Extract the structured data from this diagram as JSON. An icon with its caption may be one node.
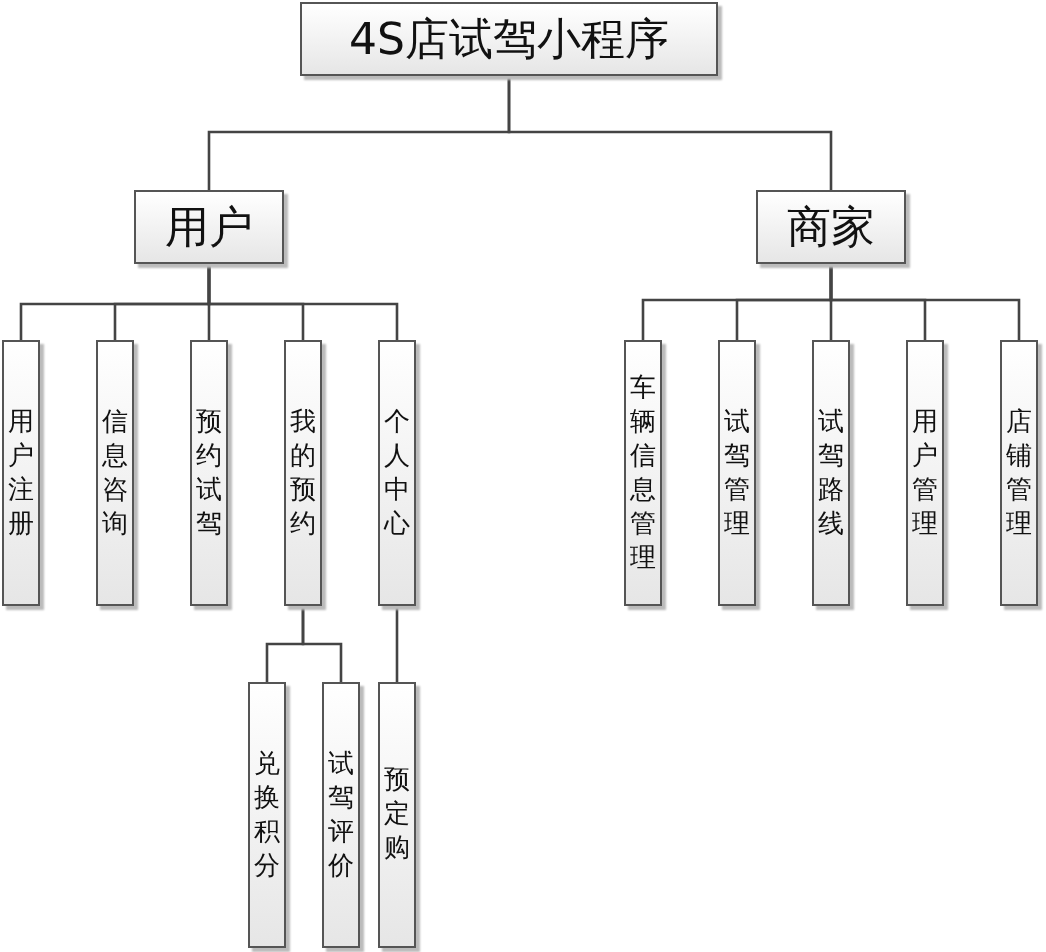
{
  "diagram": {
    "nodes": [
      {
        "text": [
          "4S店试驾小程序"
        ]
      },
      {
        "text": [
          "用户"
        ]
      },
      {
        "text": [
          "商家"
        ]
      },
      {
        "text": [
          "用户注册"
        ]
      },
      {
        "text": [
          "信息咨询"
        ]
      },
      {
        "text": [
          "预约试驾"
        ]
      },
      {
        "text": [
          "我的预约"
        ]
      },
      {
        "text": [
          "个人中心"
        ]
      },
      {
        "text": [
          "车辆信息管理"
        ]
      },
      {
        "text": [
          "试驾管理"
        ]
      },
      {
        "text": [
          "试驾路线"
        ]
      },
      {
        "text": [
          "用户管理"
        ]
      },
      {
        "text": [
          "店铺管理"
        ]
      },
      {
        "text": [
          "兑换积分"
        ]
      },
      {
        "text": [
          "试驾评价"
        ]
      },
      {
        "text": [
          "预定购"
        ]
      }
    ],
    "edges": [
      {
        "from": 0,
        "to": 1,
        "arrow": "none"
      },
      {
        "from": 0,
        "to": 2,
        "arrow": "none"
      },
      {
        "from": 1,
        "to": 3,
        "arrow": "none"
      },
      {
        "from": 1,
        "to": 4,
        "arrow": "none"
      },
      {
        "from": 1,
        "to": 5,
        "arrow": "none"
      },
      {
        "from": 1,
        "to": 6,
        "arrow": "none"
      },
      {
        "from": 1,
        "to": 7,
        "arrow": "none"
      },
      {
        "from": 2,
        "to": 8,
        "arrow": "none"
      },
      {
        "from": 2,
        "to": 9,
        "arrow": "none"
      },
      {
        "from": 2,
        "to": 10,
        "arrow": "none"
      },
      {
        "from": 2,
        "to": 11,
        "arrow": "none"
      },
      {
        "from": 2,
        "to": 12,
        "arrow": "none"
      },
      {
        "from": 6,
        "to": 13,
        "arrow": "none"
      },
      {
        "from": 6,
        "to": 14,
        "arrow": "none"
      },
      {
        "from": 7,
        "to": 15,
        "arrow": "none"
      }
    ]
  }
}
